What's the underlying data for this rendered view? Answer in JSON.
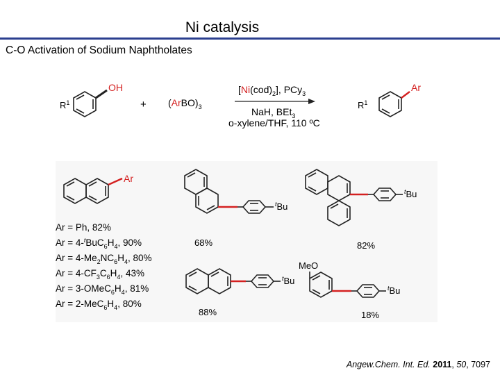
{
  "slide": {
    "title": "Ni catalysis",
    "subtitle": "C-O Activation of Sodium Naphtholates"
  },
  "scheme": {
    "phenol_oh": "OH",
    "r1": "R",
    "r1_sup": "1",
    "plus": "+",
    "boroxine_ar": "Ar",
    "catalyst_ni": "Ni",
    "condition_base": "NaH, BEt",
    "condition_solvent": "o-xylene/THF, 110 ºC",
    "product_ar": "Ar"
  },
  "scope": {
    "naphthyl_ar": "Ar",
    "yield_list": [
      "Ar = Ph, 82%",
      "Ar = 4-tBuC6H4, 90%",
      "Ar = 4-Me2NC6H4, 80%",
      "Ar = 4-CF3C6H4, 43%",
      "Ar = 3-OMeC6H4, 81%",
      "Ar = 2-MeC6H4, 80%"
    ],
    "product_1_yield": "68%",
    "product_2_yield": "82%",
    "product_3_yield": "88%",
    "product_4_yield": "18%",
    "methoxy_label": "MeO",
    "tbu_t": "t",
    "tbu_bu": "Bu"
  },
  "citation": {
    "journal": "Angew.Chem. Int. Ed.",
    "year": "2011",
    "volume": "50",
    "page": "7097"
  },
  "colors": {
    "accent": "#d42020",
    "rule": "#2b3f8f"
  }
}
